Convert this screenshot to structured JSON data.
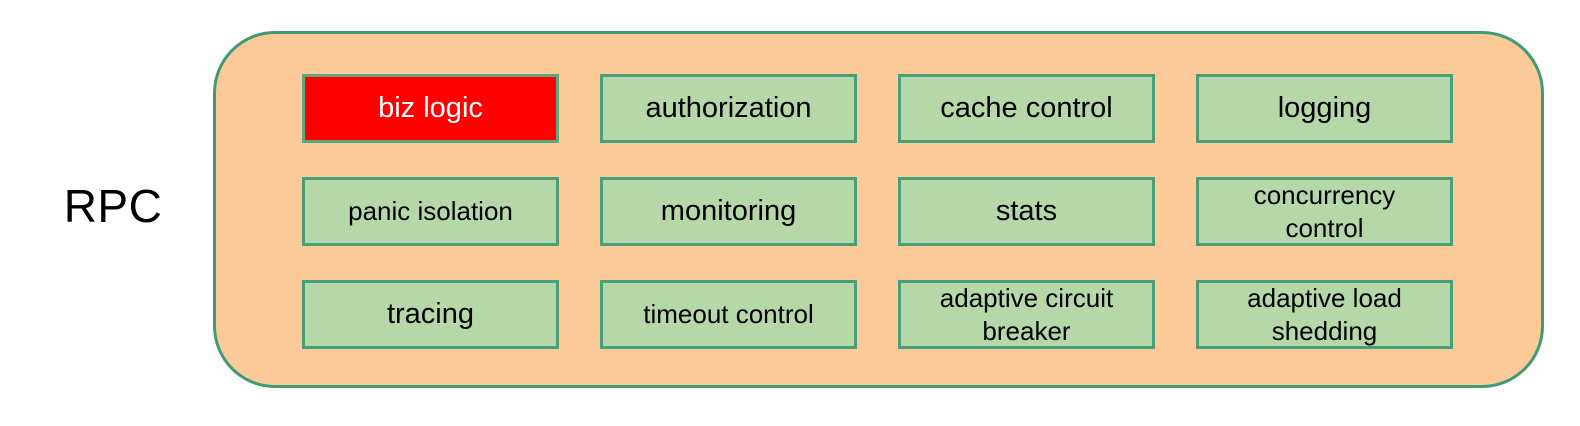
{
  "diagram": {
    "left_label": "RPC",
    "container_name": "rpc-middleware-container",
    "colors": {
      "container_fill": "#fcca99",
      "container_border": "#3f9b72",
      "box_fill": "#b6d7a8",
      "box_border": "#47a07a",
      "highlight_fill": "#ff0000",
      "highlight_text": "#ffffff",
      "text": "#000000",
      "background": "#ffffff"
    },
    "grid": {
      "columns": 4,
      "rows": 3,
      "boxes": [
        {
          "id": "biz-logic",
          "label": "biz logic",
          "lines": [
            "biz logic"
          ],
          "highlight": true,
          "small": false
        },
        {
          "id": "authorization",
          "label": "authorization",
          "lines": [
            "authorization"
          ],
          "highlight": false,
          "small": false
        },
        {
          "id": "cache-control",
          "label": "cache control",
          "lines": [
            "cache control"
          ],
          "highlight": false,
          "small": false
        },
        {
          "id": "logging",
          "label": "logging",
          "lines": [
            "logging"
          ],
          "highlight": false,
          "small": false
        },
        {
          "id": "panic-isolation",
          "label": "panic isolation",
          "lines": [
            "panic isolation"
          ],
          "highlight": false,
          "small": true
        },
        {
          "id": "monitoring",
          "label": "monitoring",
          "lines": [
            "monitoring"
          ],
          "highlight": false,
          "small": false
        },
        {
          "id": "stats",
          "label": "stats",
          "lines": [
            "stats"
          ],
          "highlight": false,
          "small": false
        },
        {
          "id": "concurrency-control",
          "label": "concurrency control",
          "lines": [
            "concurrency",
            "control"
          ],
          "highlight": false,
          "small": true
        },
        {
          "id": "tracing",
          "label": "tracing",
          "lines": [
            "tracing"
          ],
          "highlight": false,
          "small": false
        },
        {
          "id": "timeout-control",
          "label": "timeout control",
          "lines": [
            "timeout control"
          ],
          "highlight": false,
          "small": true
        },
        {
          "id": "adaptive-circuit-breaker",
          "label": "adaptive circuit breaker",
          "lines": [
            "adaptive circuit",
            "breaker"
          ],
          "highlight": false,
          "small": true
        },
        {
          "id": "adaptive-load-shedding",
          "label": "adaptive load shedding",
          "lines": [
            "adaptive load",
            "shedding"
          ],
          "highlight": false,
          "small": true
        }
      ]
    }
  }
}
